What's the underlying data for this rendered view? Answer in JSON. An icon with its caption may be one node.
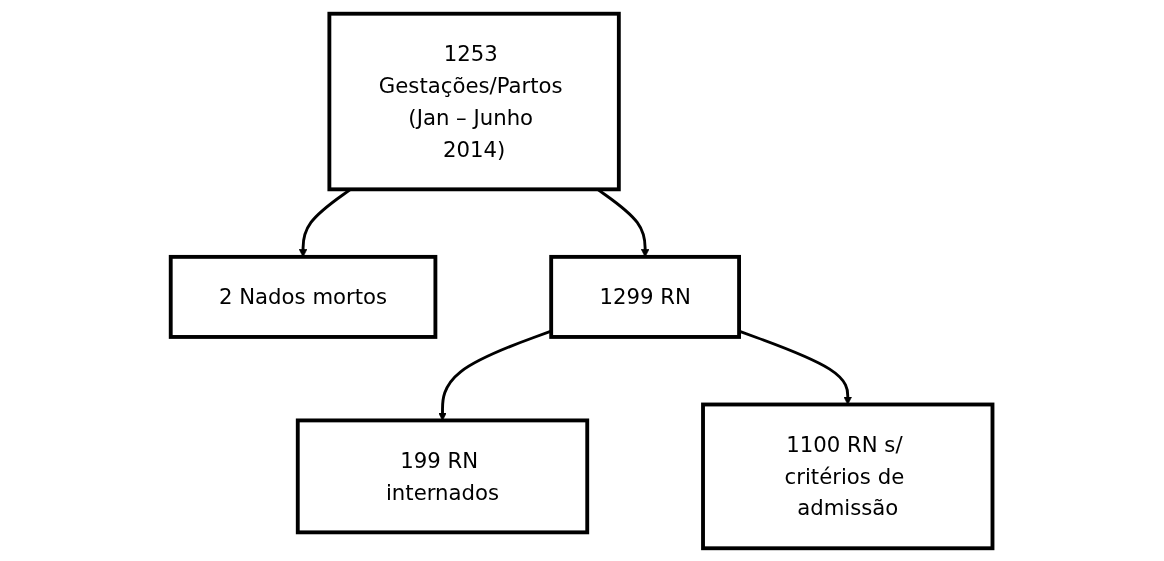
{
  "diagram": {
    "nodes": [
      {
        "text": [
          "1253 Gestações/Partos (Jan – Junho 2014)"
        ]
      },
      {
        "text": [
          "2 Nados mortos"
        ]
      },
      {
        "text": [
          "1299 RN"
        ]
      },
      {
        "text": [
          "199 RN internados"
        ]
      },
      {
        "text": [
          "1100 RN s/ critérios de admissão"
        ]
      }
    ],
    "edges": [
      {
        "from": 0,
        "to": 1,
        "arrow": "to"
      },
      {
        "from": 0,
        "to": 2,
        "arrow": "to"
      },
      {
        "from": 2,
        "to": 3,
        "arrow": "to"
      },
      {
        "from": 2,
        "to": 4,
        "arrow": "to"
      }
    ]
  }
}
